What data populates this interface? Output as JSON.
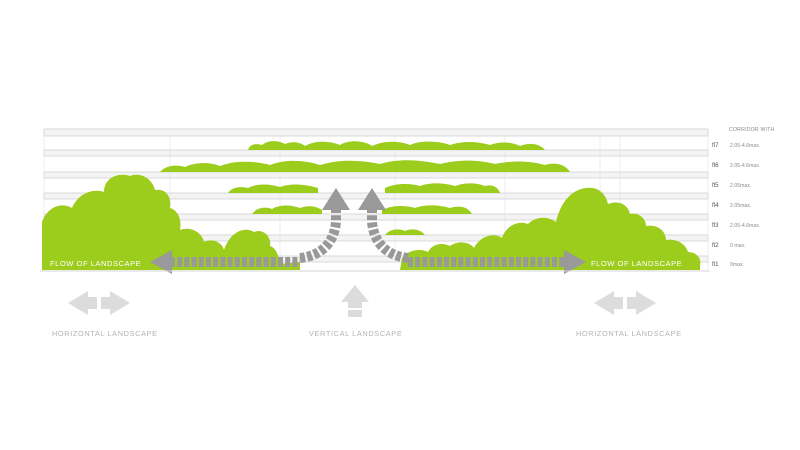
{
  "labels": {
    "flow_left": "FLOW OF LANDSCAPE",
    "flow_right": "FLOW OF LANDSCAPE",
    "horizontal_left": "HORIZONTAL LANDSCAPE",
    "vertical": "VERTICAL LANDSCAPE",
    "horizontal_right": "HORIZONTAL LANDSCAPE",
    "corridor_header": "CORRIDOR WITH"
  },
  "floors": [
    {
      "name": "fl7",
      "value": "2.05-4.6max."
    },
    {
      "name": "fl6",
      "value": "2.05-4.6max."
    },
    {
      "name": "fl5",
      "value": "2.05max."
    },
    {
      "name": "fl4",
      "value": "2.05max."
    },
    {
      "name": "fl3",
      "value": "2.05-4.6max."
    },
    {
      "name": "fl2",
      "value": "0 max."
    },
    {
      "name": "fl1",
      "value": "0max."
    }
  ],
  "colors": {
    "greenery": "#9ccc1c",
    "arrow_gray": "#999999",
    "light_arrow": "#dcdcdc",
    "slab": "#f2f2f2",
    "line": "#cfcfcf"
  },
  "icons": {
    "horizontal": "double-horizontal-arrow-icon",
    "vertical": "up-arrow-icon"
  }
}
